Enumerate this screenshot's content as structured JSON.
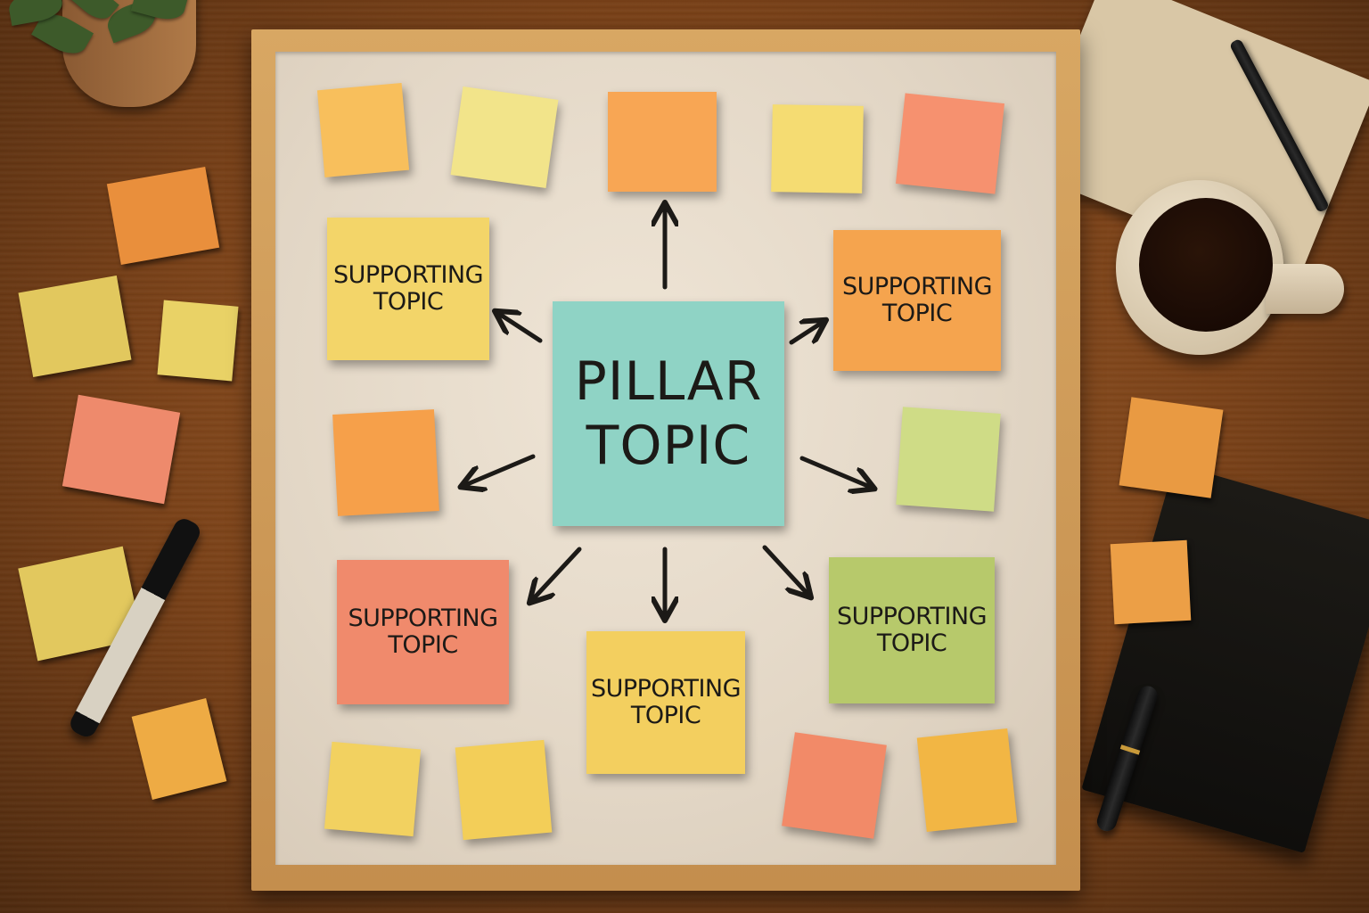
{
  "scene": {
    "description": "Overhead view of a wooden desk with a framed whiteboard showing a pillar/cluster topic map made of sticky notes",
    "colors": {
      "desk": "#7a4219",
      "frame": "#cf9c5a",
      "board": "#e8decf",
      "ink": "#1c1a17",
      "teal": "#8fd3c5",
      "yellow": "#f3d569",
      "pale_yellow": "#ede27f",
      "orange": "#f5a44e",
      "salmon": "#f08a6c",
      "green": "#b7c96b",
      "light_green": "#cfd88a"
    }
  },
  "board": {
    "pillar": {
      "line1": "PILLAR",
      "line2": "TOPIC",
      "color": "#8fd3c5"
    },
    "supporting_topics": [
      {
        "line1": "SUPPORTING",
        "line2": "TOPIC",
        "position": "upper-left",
        "color": "#f3d569"
      },
      {
        "line1": "SUPPORTING",
        "line2": "TOPIC",
        "position": "upper-right",
        "color": "#f5a44e"
      },
      {
        "line1": "SUPPORTING",
        "line2": "TOPIC",
        "position": "lower-left",
        "color": "#f08a6c"
      },
      {
        "line1": "SUPPORTING",
        "line2": "TOPIC",
        "position": "bottom-center",
        "color": "#f3cf5f"
      },
      {
        "line1": "SUPPORTING",
        "line2": "TOPIC",
        "position": "lower-right",
        "color": "#b7c96b"
      }
    ],
    "arrow_count": 8
  }
}
